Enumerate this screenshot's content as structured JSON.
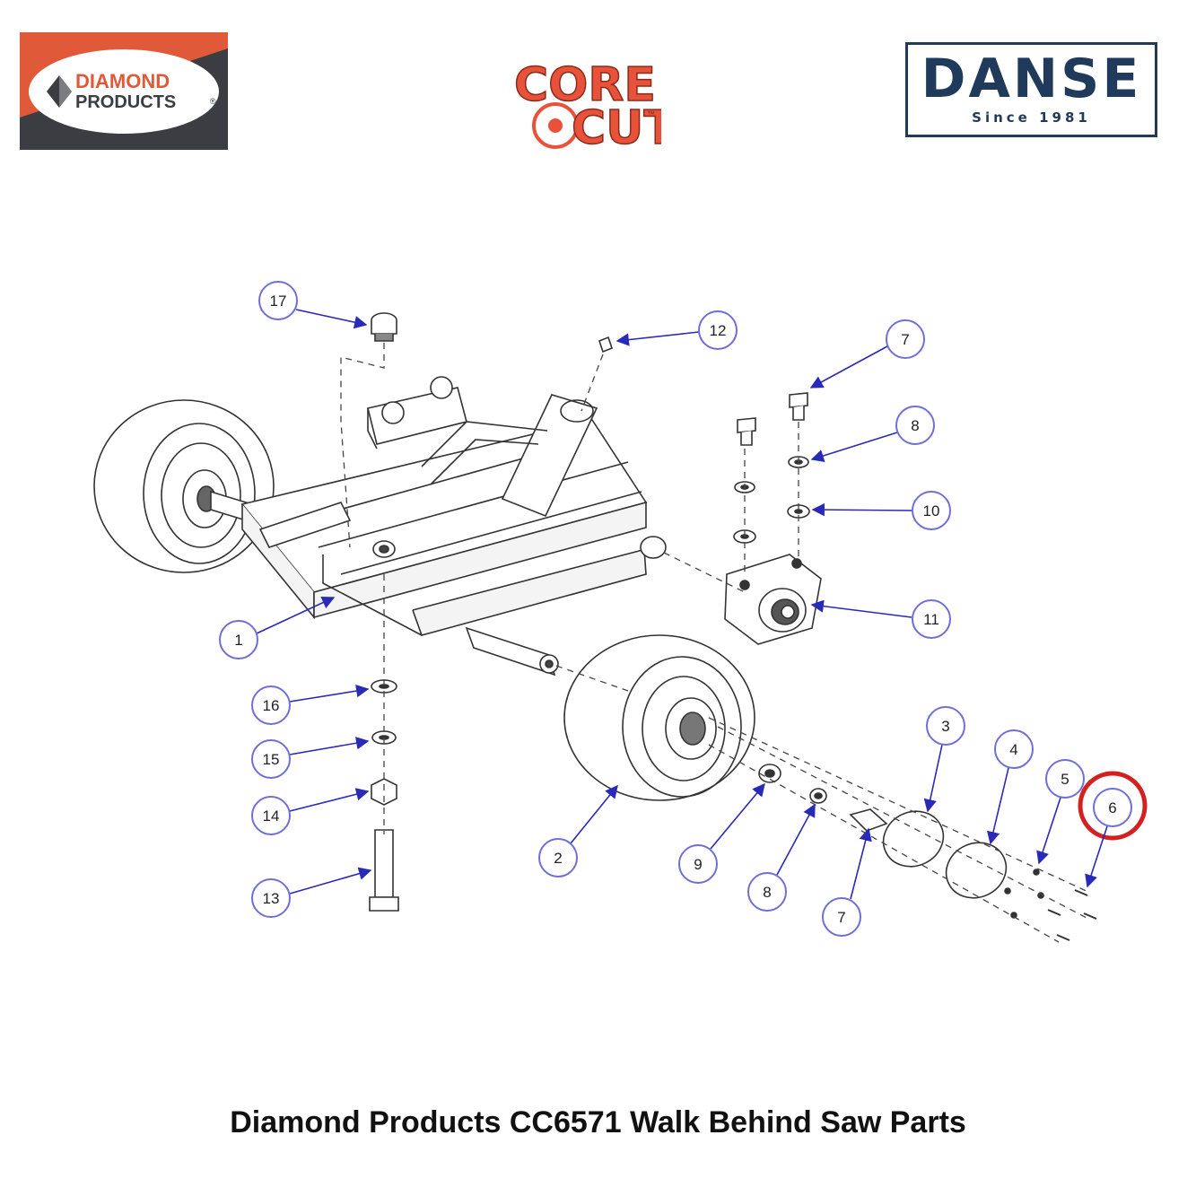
{
  "logos": {
    "diamond_products": {
      "line1": "DIAMOND",
      "line2": "PRODUCTS",
      "reg": "®",
      "colors": {
        "orange": "#e05a3a",
        "dark": "#3b3d42"
      }
    },
    "core_cut": {
      "line1": "CORE",
      "line2": "CUT",
      "tm": "™",
      "color": "#e8523a"
    },
    "danse": {
      "name": "DANSE",
      "since": "Since 1981",
      "color": "#1f3a5a"
    }
  },
  "diagram": {
    "callout_color": "#2a2ab8",
    "callouts": [
      {
        "id": "c17",
        "label": "17"
      },
      {
        "id": "c12",
        "label": "12"
      },
      {
        "id": "c7a",
        "label": "7"
      },
      {
        "id": "c8a",
        "label": "8"
      },
      {
        "id": "c10",
        "label": "10"
      },
      {
        "id": "c11",
        "label": "11"
      },
      {
        "id": "c1",
        "label": "1"
      },
      {
        "id": "c16",
        "label": "16"
      },
      {
        "id": "c15",
        "label": "15"
      },
      {
        "id": "c14",
        "label": "14"
      },
      {
        "id": "c13",
        "label": "13"
      },
      {
        "id": "c2",
        "label": "2"
      },
      {
        "id": "c9",
        "label": "9"
      },
      {
        "id": "c8b",
        "label": "8"
      },
      {
        "id": "c7b",
        "label": "7"
      },
      {
        "id": "c3",
        "label": "3"
      },
      {
        "id": "c4",
        "label": "4"
      },
      {
        "id": "c5",
        "label": "5"
      },
      {
        "id": "c6",
        "label": "6"
      }
    ],
    "highlighted_part": "6",
    "highlight_color": "#d42020"
  },
  "footer": {
    "title": "Diamond Products CC6571 Walk Behind Saw Parts"
  }
}
